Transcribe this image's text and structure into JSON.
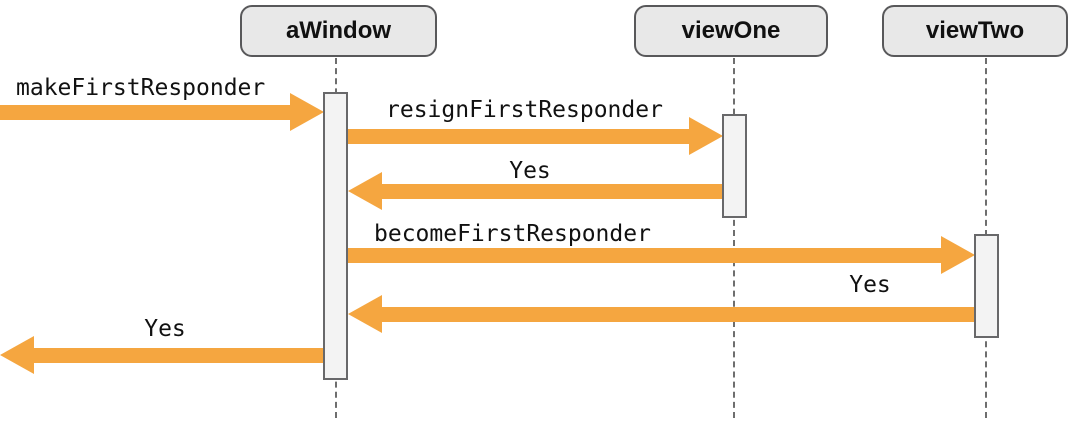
{
  "diagram": {
    "type": "sequence",
    "actors": [
      {
        "id": "aWindow",
        "label": "aWindow"
      },
      {
        "id": "viewOne",
        "label": "viewOne"
      },
      {
        "id": "viewTwo",
        "label": "viewTwo"
      }
    ],
    "messages": [
      {
        "order": 1,
        "label": "makeFirstResponder",
        "from": "external-left",
        "to": "aWindow",
        "kind": "call"
      },
      {
        "order": 2,
        "label": "resignFirstResponder",
        "from": "aWindow",
        "to": "viewOne",
        "kind": "call"
      },
      {
        "order": 3,
        "label": "Yes",
        "from": "viewOne",
        "to": "aWindow",
        "kind": "return"
      },
      {
        "order": 4,
        "label": "becomeFirstResponder",
        "from": "aWindow",
        "to": "viewTwo",
        "kind": "call"
      },
      {
        "order": 5,
        "label": "Yes",
        "from": "viewTwo",
        "to": "aWindow",
        "kind": "return"
      },
      {
        "order": 6,
        "label": "Yes",
        "from": "aWindow",
        "to": "external-left",
        "kind": "return"
      }
    ],
    "colors": {
      "arrow": "#F5A640",
      "actor_fill": "#E8E8E8",
      "actor_border": "#58585A",
      "activation_fill": "#F3F3F3",
      "activation_border": "#68686A",
      "lifeline": "#6E6E6E",
      "text": "#111111",
      "background": "#FFFFFF"
    }
  }
}
